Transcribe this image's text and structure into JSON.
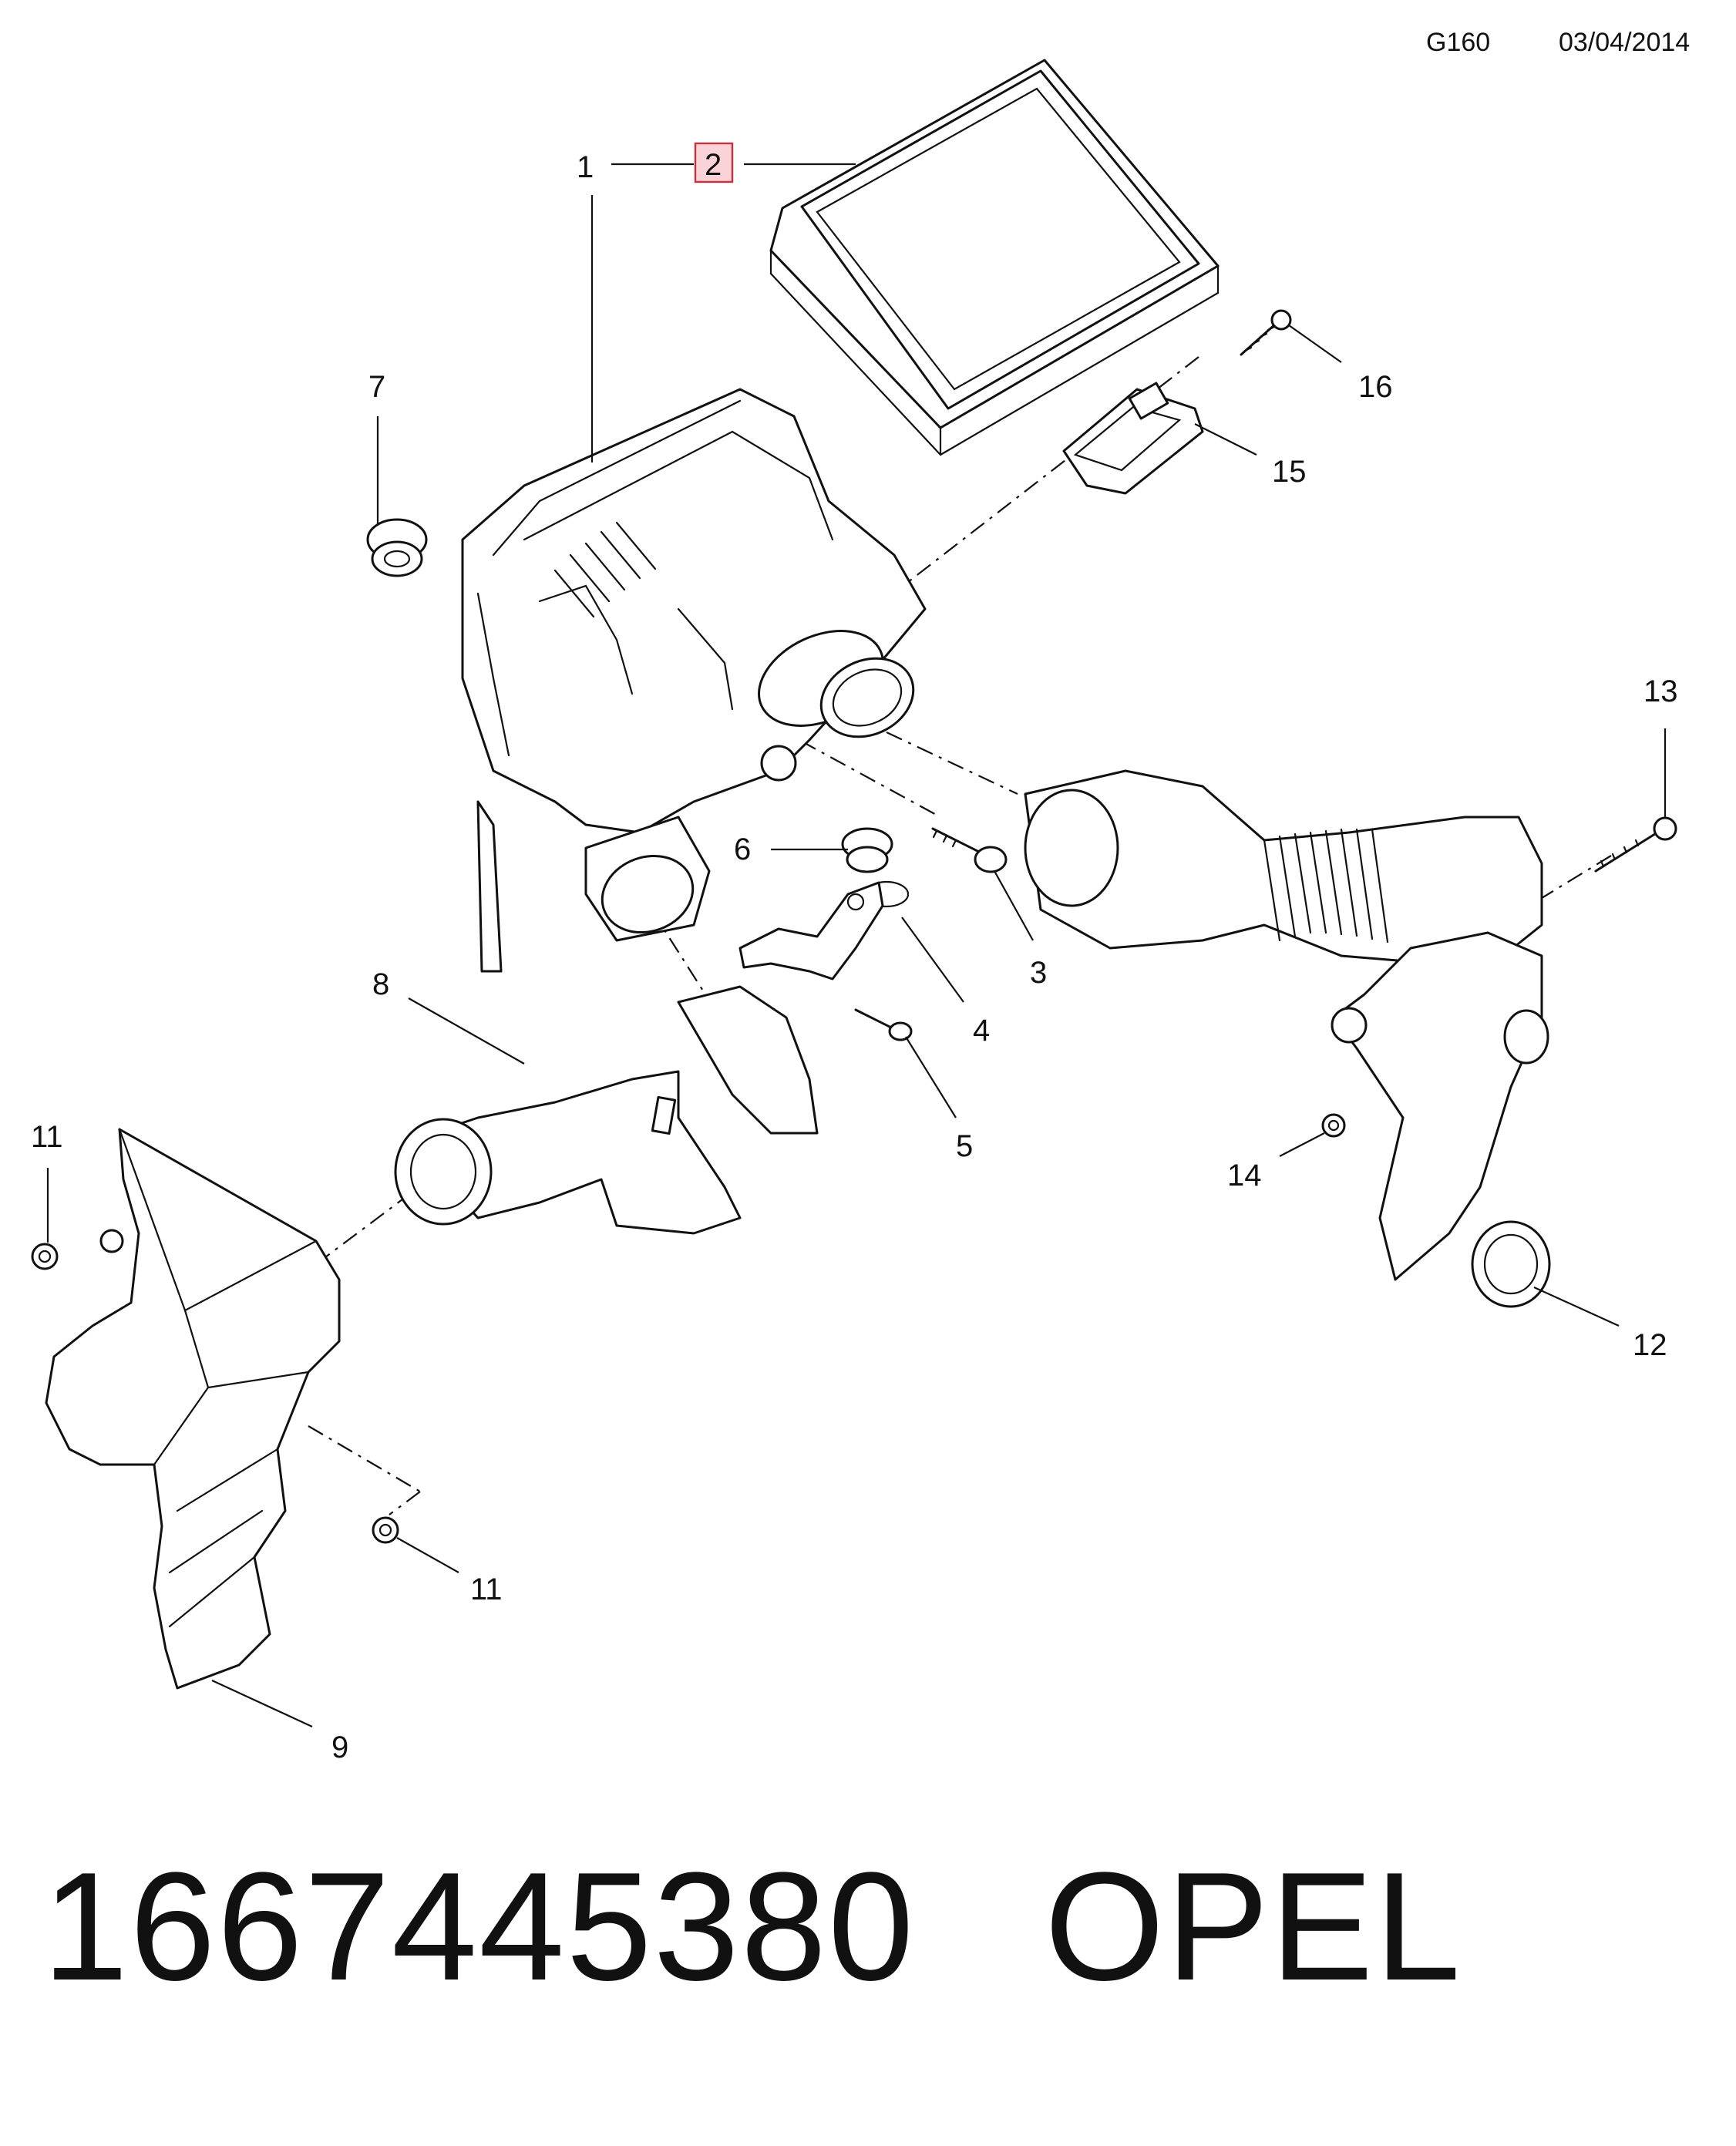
{
  "header": {
    "group_code": "G160",
    "date": "03/04/2014"
  },
  "callouts": [
    "1",
    "2",
    "3",
    "4",
    "5",
    "6",
    "7",
    "8",
    "9",
    "11",
    "11",
    "12",
    "13",
    "14",
    "15",
    "16"
  ],
  "highlighted_callout": "2",
  "footer": {
    "part_number": "1667445380",
    "brand": "OPEL"
  },
  "colors": {
    "line": "#111111",
    "highlight_fill": "#f9d3d7",
    "highlight_border": "#c6323f"
  }
}
